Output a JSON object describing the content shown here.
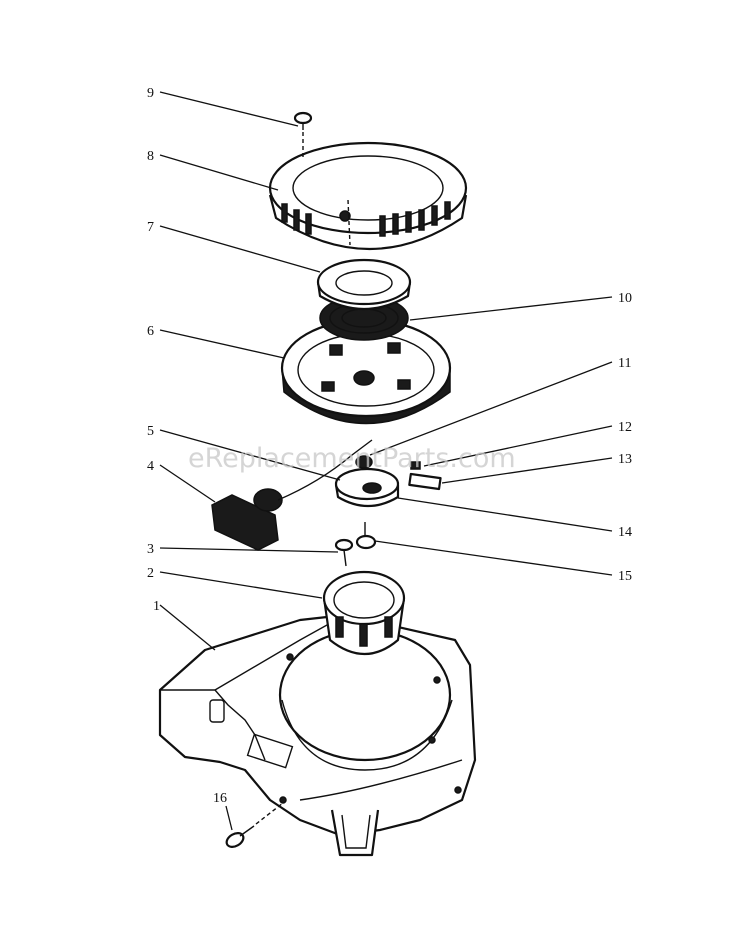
{
  "watermark": "eReplacementParts.com",
  "callouts": [
    {
      "id": "1",
      "text": "1"
    },
    {
      "id": "2",
      "text": "2"
    },
    {
      "id": "3",
      "text": "3"
    },
    {
      "id": "4",
      "text": "4"
    },
    {
      "id": "5",
      "text": "5"
    },
    {
      "id": "6",
      "text": "6"
    },
    {
      "id": "7",
      "text": "7"
    },
    {
      "id": "8",
      "text": "8"
    },
    {
      "id": "9",
      "text": "9"
    },
    {
      "id": "10",
      "text": "10"
    },
    {
      "id": "11",
      "text": "11"
    },
    {
      "id": "12",
      "text": "12"
    },
    {
      "id": "13",
      "text": "13"
    },
    {
      "id": "14",
      "text": "14"
    },
    {
      "id": "15",
      "text": "15"
    },
    {
      "id": "16",
      "text": "16"
    }
  ]
}
